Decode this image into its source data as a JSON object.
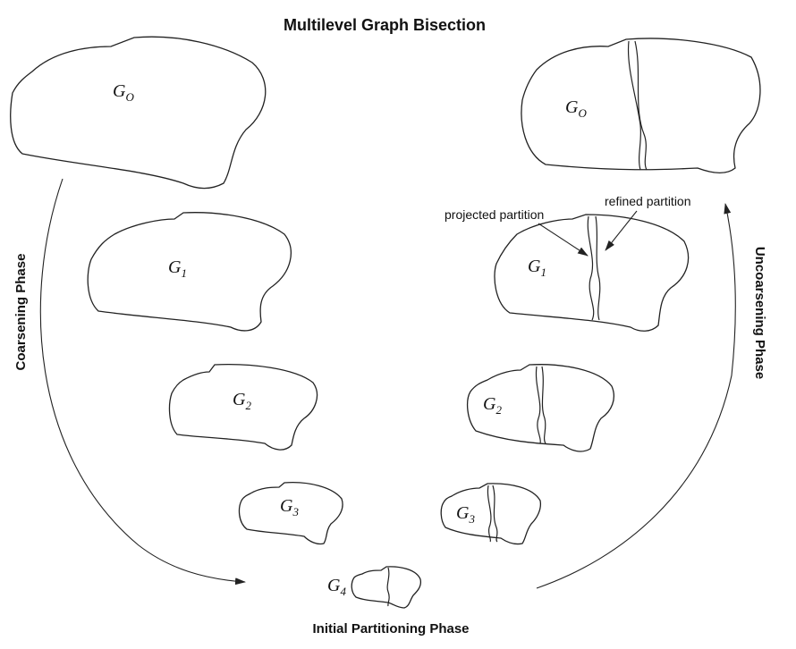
{
  "title": "Multilevel Graph Bisection",
  "phases": {
    "coarsening": "Coarsening Phase",
    "uncoarsening": "Uncoarsening Phase",
    "initial": "Initial Partitioning Phase"
  },
  "annotations": {
    "projected": "projected partition",
    "refined": "refined partition"
  },
  "graph_letter": "G",
  "levels": {
    "l0": "O",
    "l1": "1",
    "l2": "2",
    "l3": "3",
    "l4": "4"
  }
}
